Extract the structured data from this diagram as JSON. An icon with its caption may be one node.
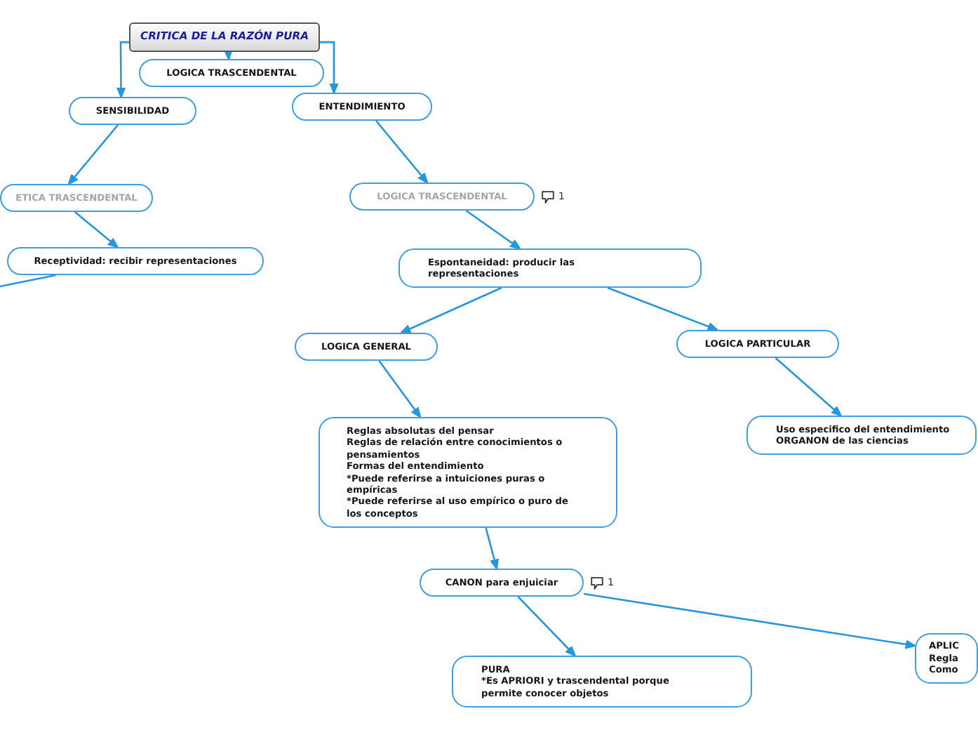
{
  "diagram": {
    "nodes": [
      {
        "text": [
          "CRITICA DE LA RAZÓN PURA"
        ]
      },
      {
        "text": [
          "LOGICA TRASCENDENTAL"
        ]
      },
      {
        "text": [
          "SENSIBILIDAD"
        ]
      },
      {
        "text": [
          "ENTENDIMIENTO"
        ]
      },
      {
        "text": [
          "ETICA TRASCENDENTAL"
        ]
      },
      {
        "text": [
          "LOGICA TRASCENDENTAL"
        ],
        "beside": [
          "1"
        ]
      },
      {
        "text": [
          "Receptividad: recibir representaciones"
        ]
      },
      {
        "text": [
          "Espontaneidad: producir las representaciones"
        ]
      },
      {
        "text": [
          "LOGICA GENERAL"
        ]
      },
      {
        "text": [
          "LOGICA PARTICULAR"
        ]
      },
      {
        "text": [
          "Reglas absolutas del pensar",
          "Reglas de relación entre conocimientos o pensamientos",
          "Formas del entendimiento",
          "*Puede referirse a intuiciones puras o empíricas",
          "*Puede referirse al uso empírico o puro de los conceptos"
        ]
      },
      {
        "text": [
          "Uso especifico del entendimiento",
          "ORGANON de las ciencias"
        ]
      },
      {
        "text": [
          "CANON para enjuiciar"
        ],
        "beside": [
          "1"
        ]
      },
      {
        "text": [
          "PURA",
          "*Es APRIORI y trascendental porque permite conocer objetos"
        ]
      },
      {
        "text": [
          "APLIC",
          "Regla",
          "Como"
        ]
      }
    ],
    "edges": [
      {
        "from": 0,
        "to": 1,
        "arrow": "to"
      },
      {
        "from": 0,
        "to": 2,
        "arrow": "to"
      },
      {
        "from": 0,
        "to": 3,
        "arrow": "to"
      },
      {
        "from": 2,
        "to": 4,
        "arrow": "to"
      },
      {
        "from": 3,
        "to": 5,
        "arrow": "to"
      },
      {
        "from": 4,
        "to": 6,
        "arrow": "to"
      },
      {
        "from": 5,
        "to": 7,
        "arrow": "to"
      },
      {
        "from": 6,
        "to": null,
        "arrow": "none"
      },
      {
        "from": 7,
        "to": 8,
        "arrow": "to"
      },
      {
        "from": 7,
        "to": 9,
        "arrow": "to"
      },
      {
        "from": 8,
        "to": 10,
        "arrow": "to"
      },
      {
        "from": 9,
        "to": 11,
        "arrow": "to"
      },
      {
        "from": 10,
        "to": 12,
        "arrow": "to"
      },
      {
        "from": 12,
        "to": 13,
        "arrow": "to"
      },
      {
        "from": 12,
        "to": 14,
        "arrow": "to"
      }
    ]
  }
}
